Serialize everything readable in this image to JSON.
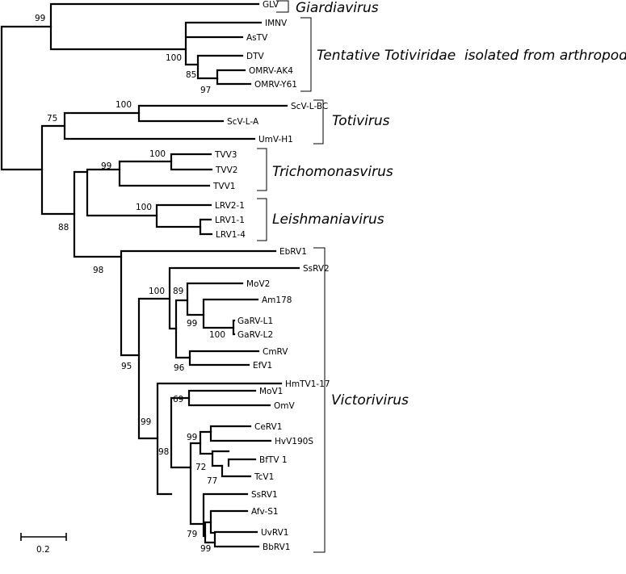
{
  "figure": {
    "taxa": {
      "GLV": "GLV",
      "IMNV": "IMNV",
      "AsTV": "AsTV",
      "DTV": "DTV",
      "OMRV_AK4": "OMRV-AK4",
      "OMRV_Y61": "OMRV-Y61",
      "ScV_L_BC": "ScV-L-BC",
      "ScV_L_A": "ScV-L-A",
      "UmV_H1": "UmV-H1",
      "TVV3": "TVV3",
      "TVV2": "TVV2",
      "TVV1": "TVV1",
      "LRV2_1": "LRV2-1",
      "LRV1_1": "LRV1-1",
      "LRV1_4": "LRV1-4",
      "EbRV1": "EbRV1",
      "SsRV2": "SsRV2",
      "MoV2": "MoV2",
      "Am178": "Am178",
      "GaRV_L1": "GaRV-L1",
      "GaRV_L2": "GaRV-L2",
      "CmRV": "CmRV",
      "EfV1": "EfV1",
      "HmTV1_17": "HmTV1-17",
      "MoV1": "MoV1",
      "OmV": "OmV",
      "CeRV1": "CeRV1",
      "HvV190S": "HvV190S",
      "BfTV1": "BfTV 1",
      "TcV1": "TcV1",
      "SsRV1": "SsRV1",
      "Afv_S1": "Afv-S1",
      "UvRV1": "UvRV1",
      "BbRV1": "BbRV1"
    },
    "bootstrap": {
      "giardia_split": "99",
      "arthropod_clade": "100",
      "omrv_dtv": "85",
      "omrv_pair": "97",
      "totivirus_clade": "75",
      "scv_pair": "100",
      "trichomonas_clade": "99",
      "tvv3_tvv2": "100",
      "tricho_leish": "88",
      "lrv_clade": "100",
      "victorivirus_clade": "98",
      "ssrv2_group": "100",
      "mov2_group": "89",
      "am178_garv": "99",
      "garv_pair": "100",
      "cmrv_efv1": "96",
      "victori_inner": "95",
      "hmtv_group": "99",
      "mov1_omv": "69",
      "cerv_group": "98",
      "cerv_hvv": "99",
      "bftv_group": "72",
      "bftv_tcv": "77",
      "afv_group": "79",
      "uvrv_bbrv": "99"
    },
    "groups": {
      "giardiavirus": "Giardiavirus",
      "arthropods": "Tentative Totiviridae  isolated from arthropods",
      "totivirus": "Totivirus",
      "trichomonasvirus": "Trichomonasvirus",
      "leishmaniavirus": "Leishmaniavirus",
      "victorivirus": "Victorivirus"
    },
    "scale": {
      "label": "0.2"
    }
  }
}
